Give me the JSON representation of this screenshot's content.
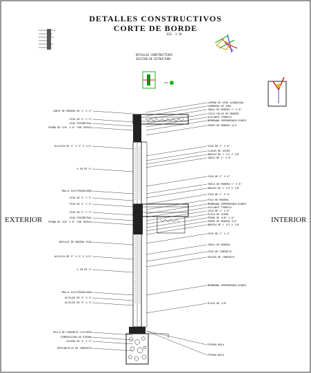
{
  "title": {
    "line1": "DETALLES CONSTRUCTIVOS",
    "line2": "CORTE DE BORDE"
  },
  "scale_note": "ESC. 1:10",
  "detail_subtitle": {
    "line1": "DETALLES CONSTRUCTIVOS",
    "line2": "SECCION DE ESTRUCTURA"
  },
  "sides": {
    "exterior": "EXTERIOR",
    "interior": "INTERIOR"
  },
  "labels_left": [
    "CANTO DE MADERA DE 1\" X 4\"",
    "VIGA DE 2\" X 4\"",
    "VIGA PERIMETRAL",
    "PERNO DE 3/8\" X 6\" CON TUERCA",
    "ALFAJIA DE 2\" X 3\" X 1/4\"",
    "4 IN DE 4\"",
    "MALLA ELECTROSOLDADA",
    "VIGA DE 2\" X 3\"",
    "PISO DE 3\" X 3\"",
    "VIGA DE 2\" X 3\"",
    "VIGA PERIMETRAL",
    "PERNO DE 3/8\" X 6\" CON TUERCA",
    "ANCLAJE DE MADERA VIGA",
    "ALFAJIA DE 2\" X 3\" X 1/4\"",
    "4 IN DE 4\"",
    "MALLA ELECTROSOLDADA",
    "ALFAJIA DE 3\" X 3\"",
    "ALFAJIA DE 3\" X 3\"",
    "SELLO DE CONCRETO CICLOPEO",
    "CIMENTACION DE PIEDRA",
    "SOLERA DE 3\" X 3\"",
    "REPLANTILLO DE CONCRETO"
  ],
  "labels_right": [
    "LAMINA DE ZINC ACANALADA",
    "CUMBRERA DE ZINC",
    "TABLA DE MADERA 1\" X 8\"",
    "CIELO FALSO DE MADERA",
    "AISLANTE TERMICO",
    "MEMBRANA IMPERMEABILIZANTE",
    "PARED DE MADERA 3/4\"",
    "VIGA DE 2\" X 6\"",
    "CLAVOS DE ACERO",
    "ANGULO DE 1 1/2 X 1/8",
    "TABLA DE 1\" X 8\"",
    "VIGA DE 2\" X 4\"",
    "TABLA DE MADERA 1\" X 8\"",
    "ANGULO DE 1 1/2 X 1/8",
    "VIGA DE 2\" X 4\"",
    "PISO DE MADERA",
    "MEMBRANA IMPERMEABILIZANTE",
    "AISLANTE TERMICO",
    "VIGA DE 2\" X 6\"",
    "PLACA DE ACERO",
    "PERNO DE 3/8\" X 6\"",
    "PARED DE MADERA 3/4\"",
    "ANGULO DE 1 1/2 X 1/8",
    "VIGA DE 2\" X 3\"",
    "TABLA DE MADERA",
    "PISO DE CONCRETO",
    "SOLERA DE CONCRETO",
    "MEMBRANA IMPERMEABILIZANTE",
    "PLACA DE 3/8\"",
    "PIEDRA BOLA",
    "PIEDRA BOLA"
  ]
}
